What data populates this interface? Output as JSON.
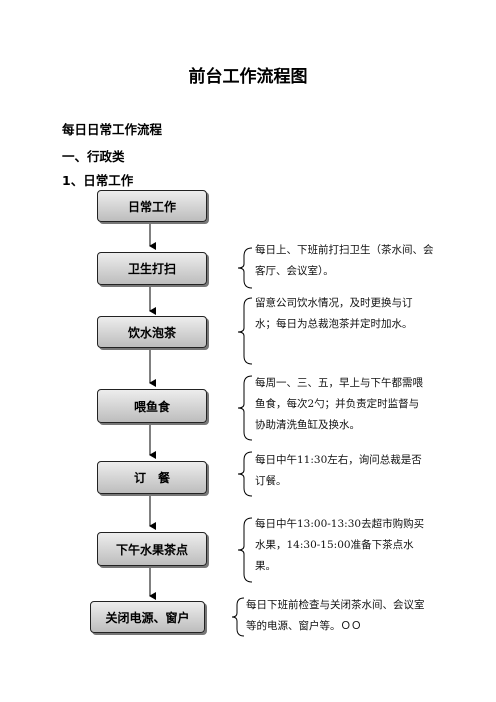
{
  "title": "前台工作流程图",
  "heading1": "每日日常工作流程",
  "heading2": "一、行政类",
  "heading3": "1、日常工作",
  "flow": {
    "start": "日常工作",
    "steps": [
      {
        "label": "卫生打扫",
        "note": "每日上、下班前打扫卫生（茶水间、会客厅、会议室）。"
      },
      {
        "label": "饮水泡茶",
        "note": "留意公司饮水情况，及时更换与订水；每日为总裁泡茶并定时加水。"
      },
      {
        "label": "喂鱼食",
        "note": "每周一、三、五，早上与下午都需喂鱼食，每次2勺；并负责定时监督与协助清洗鱼缸及换水。"
      },
      {
        "label": "订　餐",
        "note": "每日中午11:30左右，询问总裁是否订餐。"
      },
      {
        "label": "下午水果茶点",
        "note": "每日中午13:00-13:30去超市购购买水果，14:30-15:00准备下茶点水果。"
      },
      {
        "label": "关闭电源、窗户",
        "note": "每日下班前检查与关闭茶水间、会议室等的电源、窗户等。ＯＯ"
      }
    ]
  }
}
